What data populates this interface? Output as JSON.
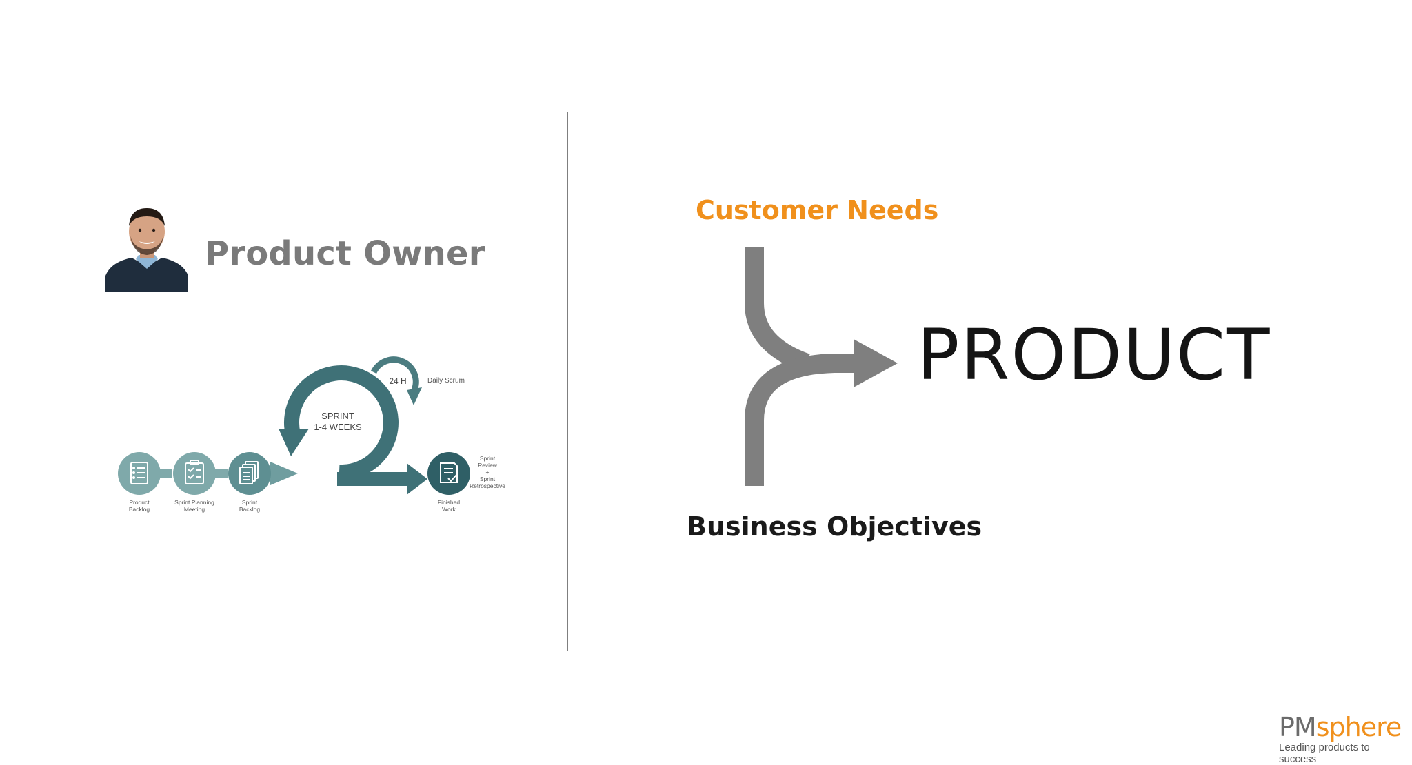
{
  "left": {
    "title": "Product Owner",
    "scrum": {
      "sprint_line1": "SPRINT",
      "sprint_line2": "1-4 WEEKS",
      "daily_hours": "24 H",
      "daily_label": "Daily Scrum",
      "steps": [
        {
          "line1": "Product",
          "line2": "Backlog"
        },
        {
          "line1": "Sprint Planning",
          "line2": "Meeting"
        },
        {
          "line1": "Sprint",
          "line2": "Backlog"
        },
        {
          "line1": "Finished",
          "line2": "Work"
        }
      ],
      "review_lines": [
        "Sprint",
        "Review",
        "+",
        "Sprint",
        "Retrospective"
      ]
    }
  },
  "right": {
    "customer_needs": "Customer Needs",
    "product": "PRODUCT",
    "business_objectives": "Business Objectives"
  },
  "logo": {
    "pm": "PM",
    "sphere": "sphere",
    "tagline": "Leading products to success"
  },
  "colors": {
    "teal_dark": "#3f7177",
    "teal_mid": "#5e8f92",
    "teal_light": "#7fa9aa",
    "orange": "#f0901c",
    "gray_title": "#7a7a7a",
    "arrow_gray": "#7f7f7f"
  }
}
